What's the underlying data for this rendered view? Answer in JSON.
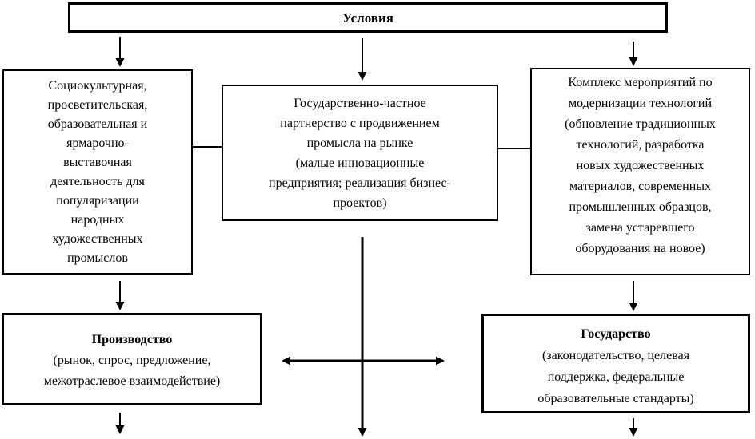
{
  "diagram": {
    "colors": {
      "border": "#000000",
      "background": "#ffffff",
      "text": "#000000"
    },
    "conditions_box": {
      "label": "Условия"
    },
    "left_box": {
      "text": "Социокультурная,\nпросветительская,\nобразовательная и\nярмарочно-\nвыставочная\nдеятельность для\nпопуляризации\nнародных\nхудожественных\nпромыслов"
    },
    "center_box": {
      "text": "Государственно-частное\nпартнерство с продвижением\nпромысла на рынке\n(малые инновационные\nпредприятия; реализация бизнес-\nпроектов)"
    },
    "right_box": {
      "text": "Комплекс мероприятий по\nмодернизации технологий\n(обновление традиционных\nтехнологий, разработка\nновых художественных\nматериалов, современных\nпромышленных образцов,\nзамена устаревшего\nоборудования на новое)"
    },
    "production_box": {
      "title": "Производство",
      "text": "(рынок, спрос, предложение,\nмежотраслевое взаимодействие)"
    },
    "state_box": {
      "title": "Государство",
      "text": "(законодательство, целевая\nподдержка, федеральные\nобразовательные стандарты)"
    }
  }
}
